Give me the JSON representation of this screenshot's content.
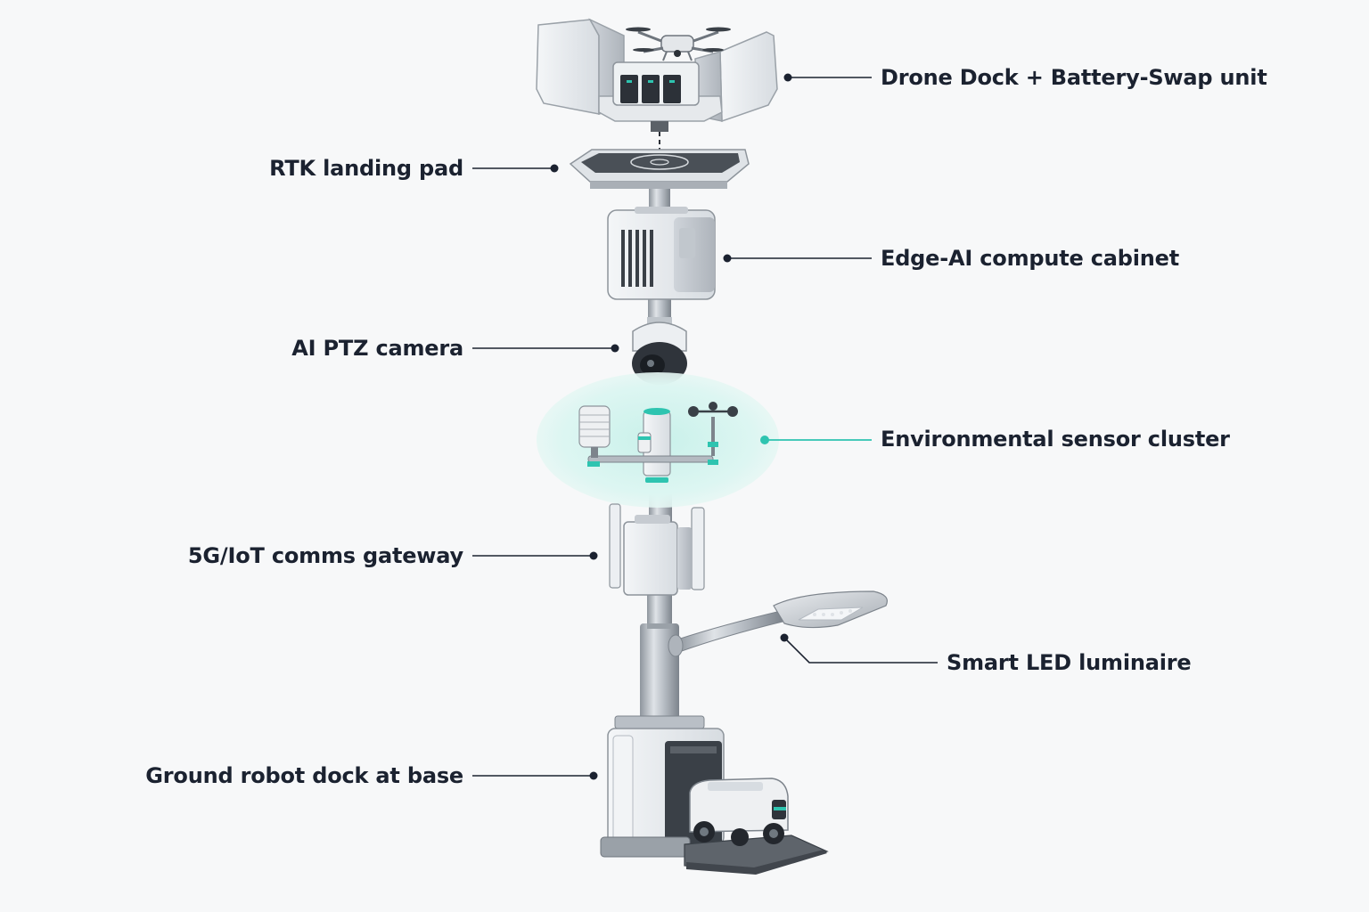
{
  "colors": {
    "background": "#f7f8f9",
    "text": "#1b2230",
    "leader": "#1b2230",
    "accent": "#2ec4b0",
    "accent_halo": "#d6f4ef",
    "metal": "#c9ced4",
    "body_white": "#eceff2",
    "dark": "#2a2f36"
  },
  "callouts": [
    {
      "id": "drone-dock",
      "label": "Drone Dock + Battery-Swap unit",
      "side": "right"
    },
    {
      "id": "rtk-pad",
      "label": "RTK landing pad",
      "side": "left"
    },
    {
      "id": "edge-ai",
      "label": "Edge-AI compute cabinet",
      "side": "right"
    },
    {
      "id": "ptz-camera",
      "label": "AI PTZ camera",
      "side": "left"
    },
    {
      "id": "env-sensors",
      "label": "Environmental sensor cluster",
      "side": "right",
      "accent": true
    },
    {
      "id": "comms-gateway",
      "label": "5G/IoT comms gateway",
      "side": "left"
    },
    {
      "id": "led-luminaire",
      "label": "Smart LED luminaire",
      "side": "right"
    },
    {
      "id": "robot-dock",
      "label": "Ground robot dock at base",
      "side": "left"
    }
  ]
}
